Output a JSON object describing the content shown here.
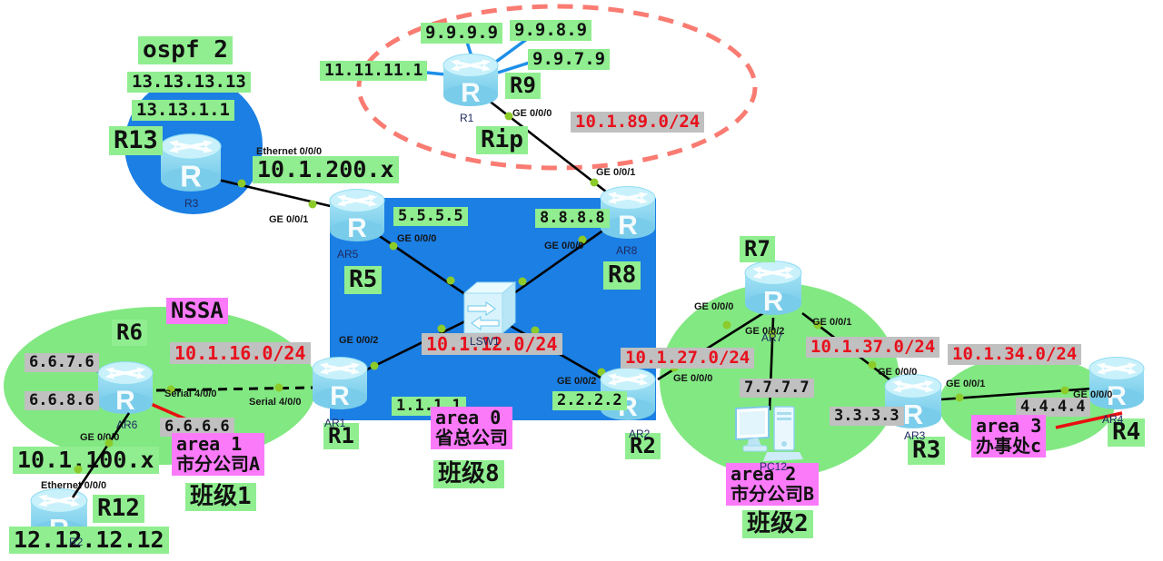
{
  "palette": {
    "shape_blue": "#1B7FE4",
    "area_green": "#82E882",
    "red_dash": "#F97B72",
    "label_green": "#90EE90",
    "label_gray": "#C0C0C0",
    "label_pink": "#FA7AFA",
    "net_red": "#E8101C",
    "link_black": "#000000",
    "stub_blue": "#1E8FE8",
    "stub_red": "#E81010",
    "dot_green": "#8CCB2A",
    "device_navy": "#202A60"
  },
  "labels": {
    "ospf2": "ospf 2",
    "r13_lo1": "13.13.13.13",
    "r13_lo2": "13.13.1.1",
    "r13": "R13",
    "net200": "10.1.200.x",
    "r9_lo1": "9.9.9.9",
    "r9_lo2": "9.9.8.9",
    "r9_lo3": "9.9.7.9",
    "r9_lo4": "11.11.11.1",
    "r9": "R9",
    "rip": "Rip",
    "net89": "10.1.89.0/24",
    "r5_lo": "5.5.5.5",
    "r5": "R5",
    "r8_lo": "8.8.8.8",
    "r8": "R8",
    "net12": "10.1.12.0/24",
    "r1_lo": "1.1.1.1",
    "r1": "R1",
    "r2_lo": "2.2.2.2",
    "r2": "R2",
    "nssa": "NSSA",
    "r6": "R6",
    "net16": "10.1.16.0/24",
    "r6_lo1": "6.6.7.6",
    "r6_lo2": "6.6.8.6",
    "r6_lo3": "6.6.6.6",
    "area1": "area 1\n市分公司A",
    "class1": "班级1",
    "net100": "10.1.100.x",
    "r12": "R12",
    "r12_lo": "12.12.12.12",
    "area0": "area 0\n省总公司",
    "class8": "班级8",
    "net27": "10.1.27.0/24",
    "r7": "R7",
    "r7_lo": "7.7.7.7",
    "area2": "area 2\n市分公司B",
    "class2": "班级2",
    "r3_lo": "3.3.3.3",
    "net37": "10.1.37.0/24",
    "r3": "R3",
    "net34": "10.1.34.0/24",
    "r4_lo": "4.4.4.4",
    "area3": "area 3\n办事处c",
    "r4": "R4"
  },
  "ports": {
    "r3_eth": "Ethernet 0/0/0",
    "ar5_ge1": "GE 0/0/1",
    "ar5_ge0": "GE 0/0/0",
    "r9_ge0": "GE 0/0/0",
    "ar8_ge1": "GE 0/0/1",
    "ar8_ge0": "GE 0/0/0",
    "ar1_ge2": "GE 0/0/2",
    "ar6_serial": "Serial 4/0/0",
    "ar1_serial": "Serial 4/0/0",
    "ar6_ge0": "GE 0/0/0",
    "r12_eth": "Ethernet 0/0/0",
    "ar2_ge2": "GE 0/0/2",
    "ar2_ge0": "GE 0/0/0",
    "ar7_ge0": "GE 0/0/0",
    "ar7_ge2": "GE 0/0/2",
    "ar7_ge1": "GE 0/0/1",
    "ar3_ge0": "GE 0/0/0",
    "ar3_ge1": "GE 0/0/1",
    "ar4_ge0": "GE 0/0/0"
  },
  "devices": {
    "r3_top": {
      "name": "R3",
      "type": "router"
    },
    "r9": {
      "name": "R1",
      "type": "router"
    },
    "ar5": {
      "name": "AR5",
      "type": "router"
    },
    "ar8": {
      "name": "AR8",
      "type": "router"
    },
    "lsw1": {
      "name": "LSW1",
      "type": "switch"
    },
    "ar1": {
      "name": "AR1",
      "type": "router"
    },
    "ar2": {
      "name": "AR2",
      "type": "router"
    },
    "ar6": {
      "name": "AR6",
      "type": "router"
    },
    "ar7": {
      "name": "AR7",
      "type": "router"
    },
    "ar3": {
      "name": "AR3",
      "type": "router"
    },
    "ar4": {
      "name": "AR4",
      "type": "router"
    },
    "r12": {
      "name": "R2",
      "type": "router"
    },
    "pc12": {
      "name": "PC12",
      "type": "pc"
    }
  }
}
